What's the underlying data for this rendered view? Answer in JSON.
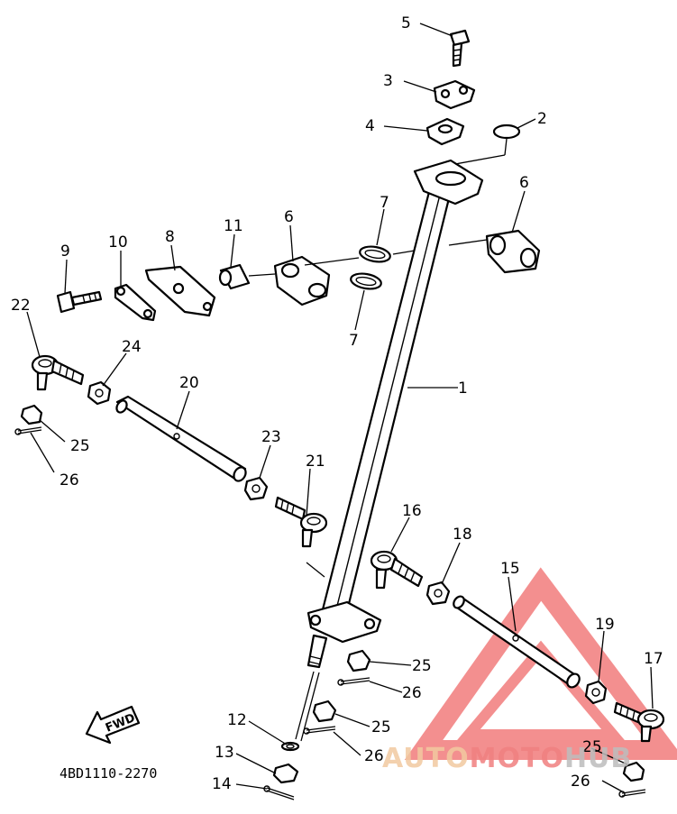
{
  "diagram_code": "4BD1110-2270",
  "fwd_label": "FWD",
  "watermark": {
    "part1": "AUTO",
    "part2": "MOTO",
    "part3": "HUB",
    "color1": "#f2c9a0",
    "color2": "#f08080",
    "color3": "#bdbdbd",
    "triangle_color": "#f06a6a"
  },
  "callouts": [
    "1",
    "2",
    "3",
    "4",
    "5",
    "6",
    "6",
    "7",
    "7",
    "8",
    "9",
    "10",
    "11",
    "12",
    "13",
    "14",
    "15",
    "16",
    "17",
    "18",
    "19",
    "20",
    "21",
    "22",
    "23",
    "24",
    "25",
    "25",
    "25",
    "25",
    "26",
    "26",
    "26",
    "26"
  ]
}
